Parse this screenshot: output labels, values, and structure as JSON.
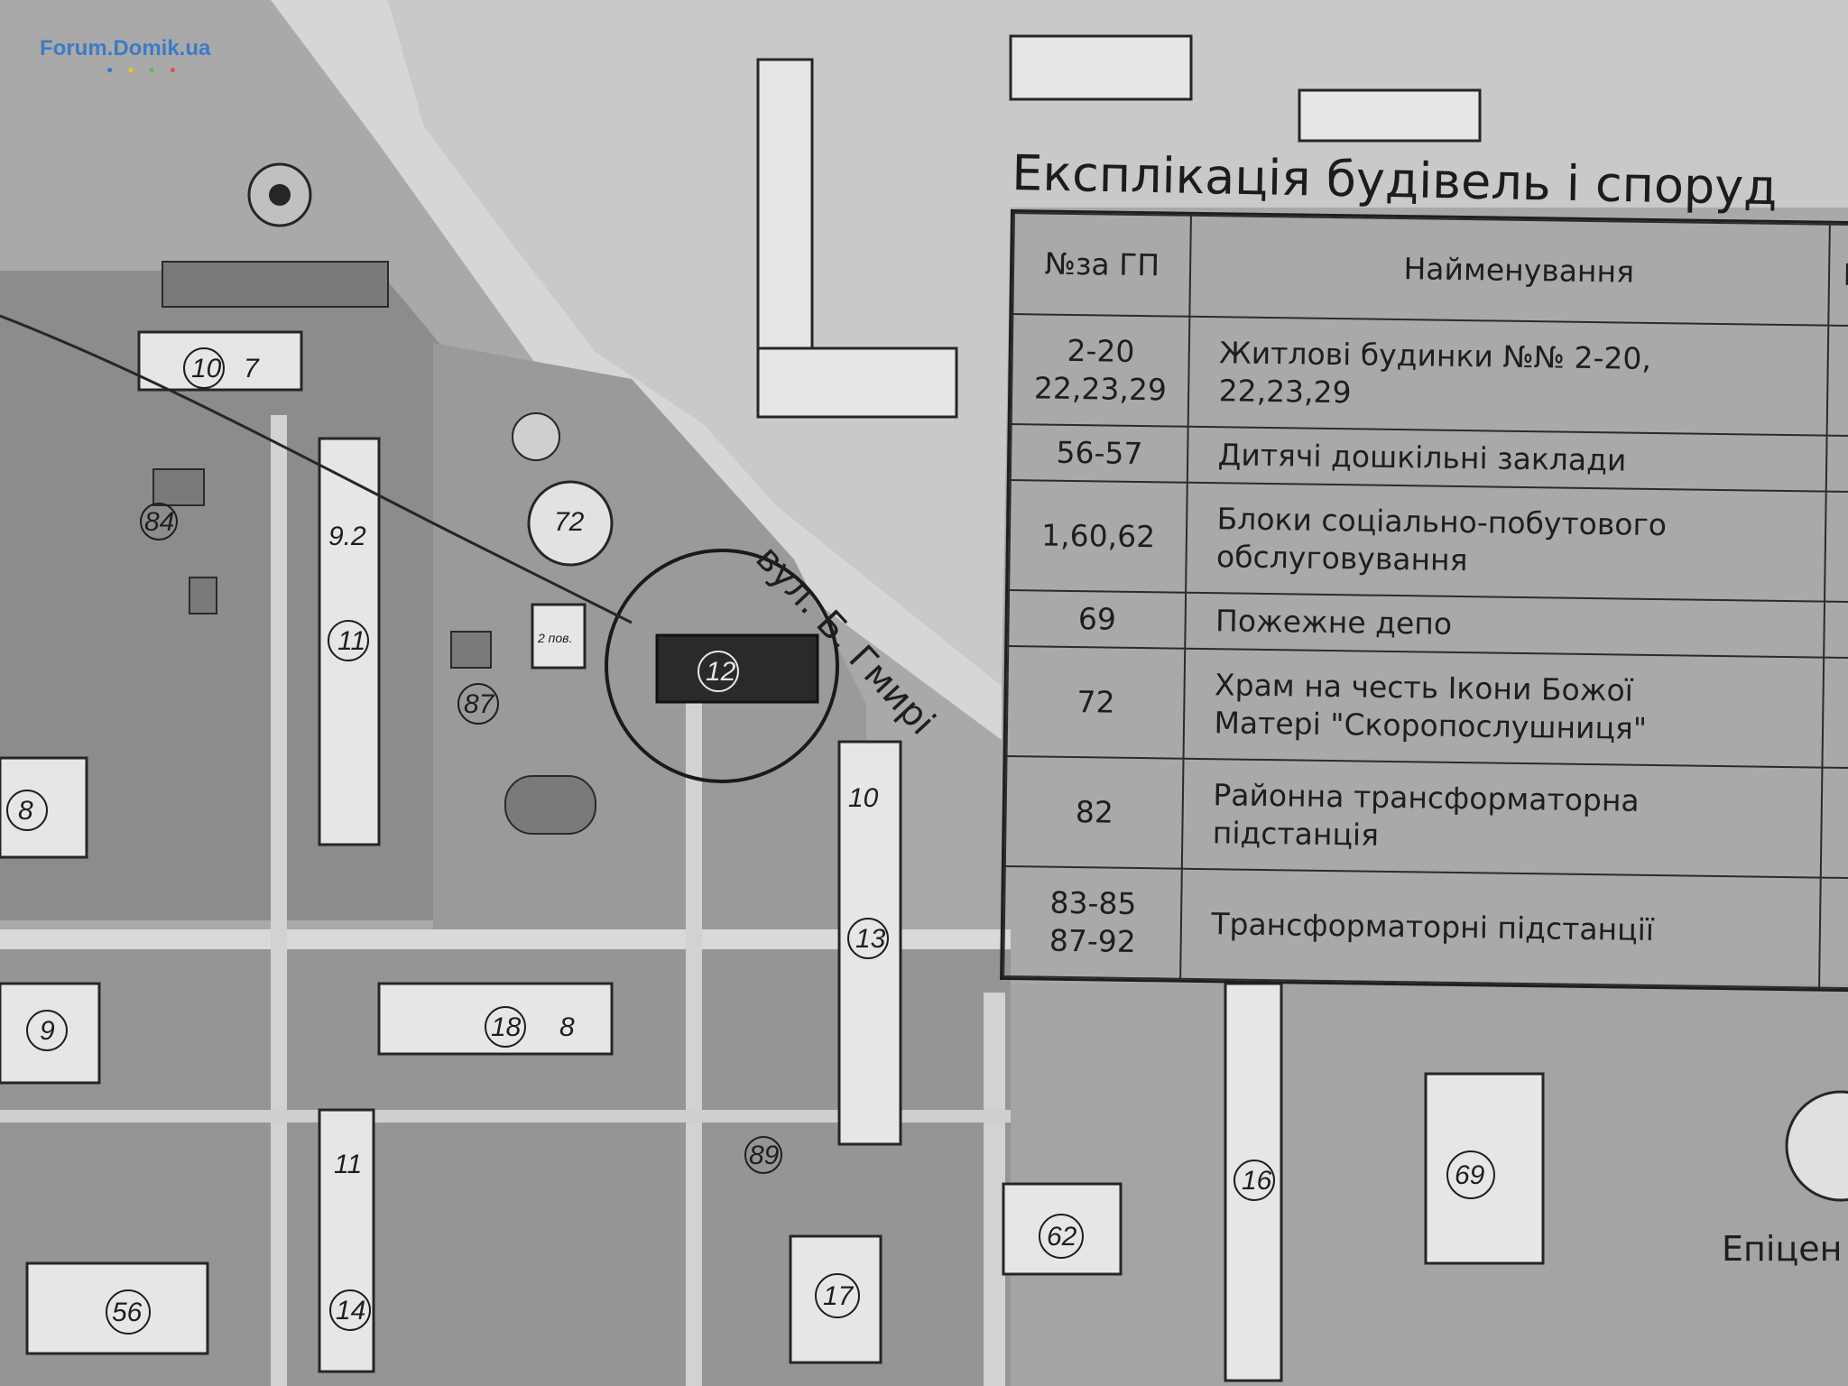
{
  "watermark": "Forum.Domik.ua",
  "explication": {
    "title": "Експлікація будівель і споруд",
    "columns": [
      "№за ГП",
      "Найменування",
      "П"
    ],
    "rows": [
      {
        "number": "2-20\n22,23,29",
        "name": "Житлові будинки №№ 2-20,\n22,23,29"
      },
      {
        "number": "56-57",
        "name": "Дитячі дошкільні заклади"
      },
      {
        "number": "1,60,62",
        "name": "Блоки соціально-побутового\nобслуговування"
      },
      {
        "number": "69",
        "name": "Пожежне депо"
      },
      {
        "number": "72",
        "name": "Храм на честь Ікони Божої\nМатері \"Скоропослушниця\""
      },
      {
        "number": "82",
        "name": "Районна трансформаторна\nпідстанція"
      },
      {
        "number": "83-85\n87-92",
        "name": "Трансформаторні підстанції"
      }
    ]
  },
  "map": {
    "street_label": "вул. Б. Гмирі",
    "store_label": "Епіцен",
    "building_numbers": [
      "10",
      "7",
      "84",
      "9.2",
      "11",
      "72",
      "87",
      "12",
      "8",
      "10",
      "13",
      "18",
      "8",
      "9",
      "11",
      "14",
      "56",
      "89",
      "17",
      "62",
      "16",
      "69",
      "2 пов."
    ],
    "highlighted_building": "12"
  },
  "colors": {
    "paper": "#b9b9b9",
    "block": "#8f8f8f",
    "road": "#d4d4d4",
    "ink": "#1e1e1e",
    "highlight": "#2a2a2a"
  }
}
